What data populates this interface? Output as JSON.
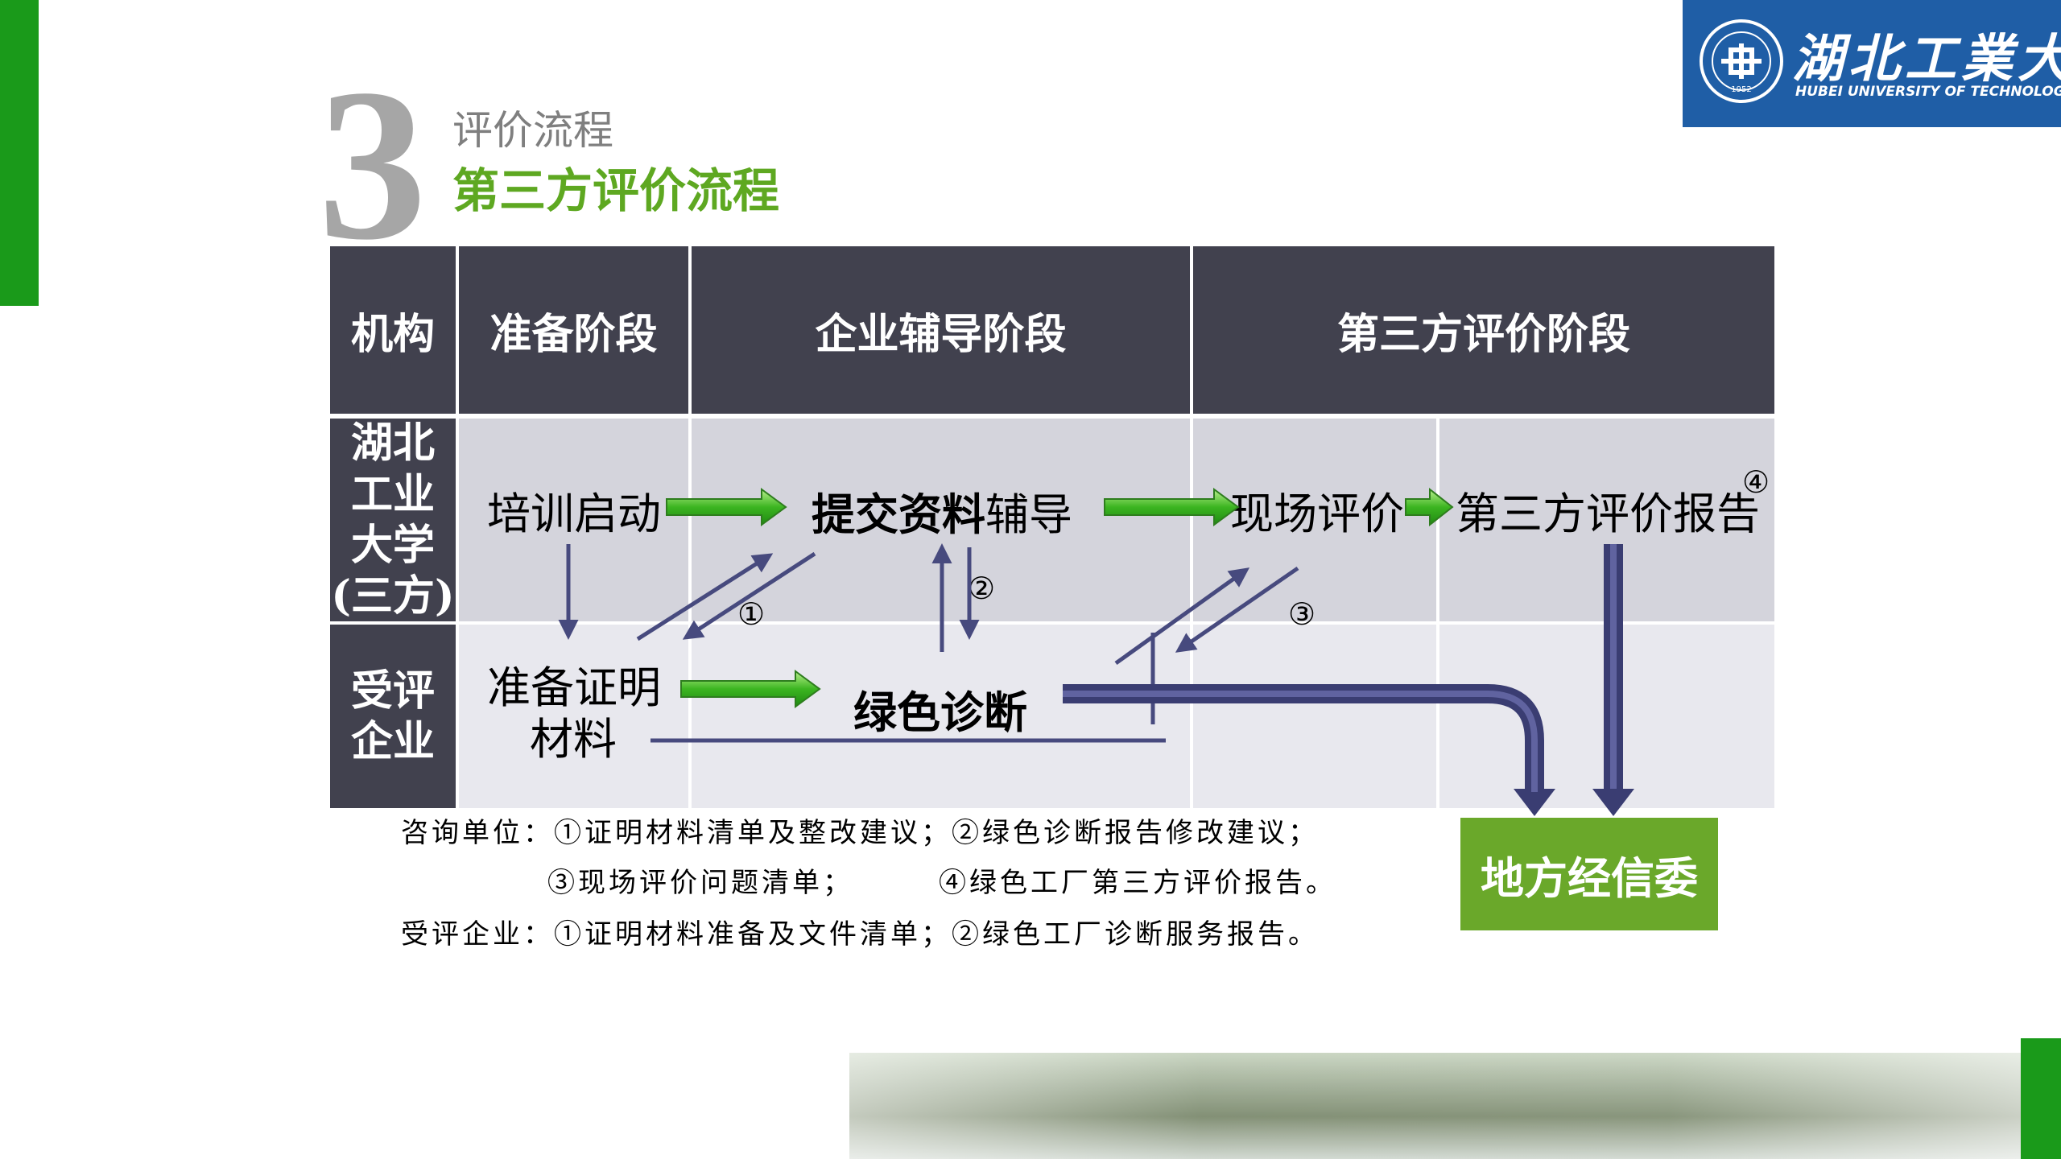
{
  "section": {
    "number": "3",
    "title": "评价流程",
    "subtitle": "第三方评价流程"
  },
  "logo": {
    "name_cn": "湖北工業大學",
    "name_en": "HUBEI UNIVERSITY OF TECHNOLOGY",
    "seal_text": "1952"
  },
  "table": {
    "headers": [
      "机构",
      "准备阶段",
      "企业辅导阶段",
      "第三方评价阶段"
    ],
    "row_labels": [
      "湖北工业大学(三方)",
      "受评企业"
    ],
    "row_label_lines": [
      [
        "湖北",
        "工业",
        "大学",
        "(三方)"
      ],
      [
        "受评",
        "企业"
      ]
    ]
  },
  "steps": {
    "training": "培训启动",
    "submit": "提交资料",
    "submit_suffix": "辅导",
    "onsite": "现场评价",
    "report": "第三方评价报告",
    "prepare_line1": "准备证明",
    "prepare_line2": "材料",
    "diagnosis": "绿色诊断",
    "destination": "地方经信委"
  },
  "markers": [
    "①",
    "②",
    "③",
    "④"
  ],
  "notes": {
    "line1": "咨询单位：①证明材料清单及整改建议；②绿色诊断报告修改建议；",
    "line2a": "③现场评价问题清单；",
    "line2b": "④绿色工厂第三方评价报告。",
    "line3": "受评企业：①证明材料准备及文件清单；②绿色工厂诊断服务报告。"
  },
  "colors": {
    "accent_green": "#1a9a1a",
    "subtitle_green": "#5ea821",
    "header_dark": "#41414e",
    "arrow_navy": "#474a7e",
    "flow_green": "#3cb521",
    "logo_blue": "#1f5ea6",
    "destination_green": "#6aa82a"
  }
}
